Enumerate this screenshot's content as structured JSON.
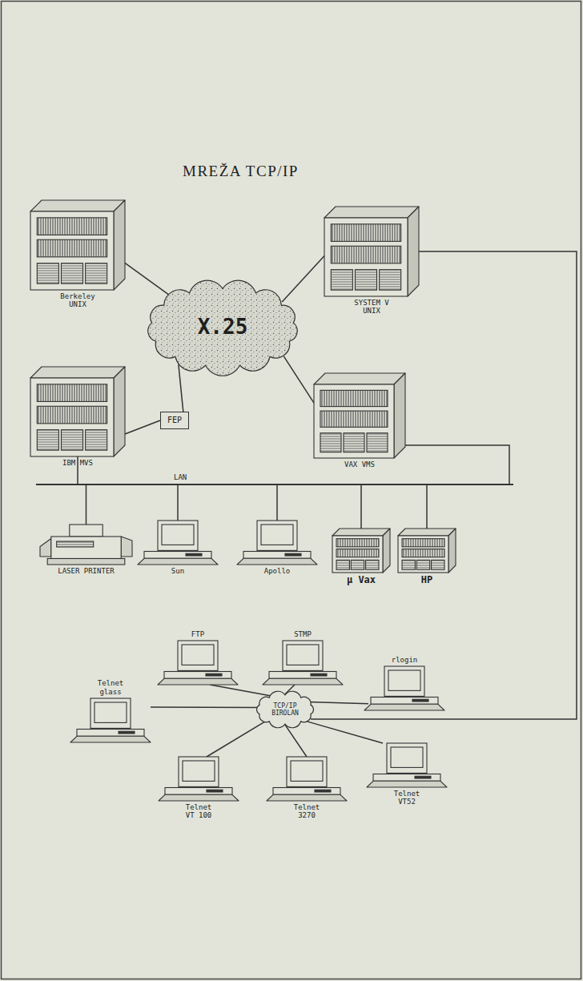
{
  "diagram": {
    "title": "MREŽA TCP/IP",
    "nodes": [
      {
        "text": [
          "Berkeley UNIX"
        ]
      },
      {
        "text": [
          "SYSTEM V UNIX"
        ]
      },
      {
        "text": [
          "X.25"
        ]
      },
      {
        "text": [
          "FEP"
        ]
      },
      {
        "text": [
          "IBM MVS"
        ]
      },
      {
        "text": [
          "VAX VMS"
        ]
      },
      {
        "text": [
          "LAN"
        ]
      },
      {
        "text": [
          "LASER PRINTER"
        ]
      },
      {
        "text": [
          "Sun"
        ]
      },
      {
        "text": [
          "Apollo"
        ]
      },
      {
        "text": [
          "µ Vax"
        ]
      },
      {
        "text": [
          "HP"
        ]
      },
      {
        "text": [
          "FTP"
        ]
      },
      {
        "text": [
          "STMP"
        ]
      },
      {
        "text": [
          "rlogin"
        ]
      },
      {
        "text": [
          "Telnet glass"
        ]
      },
      {
        "text": [
          "TCP/IP BIROLAN"
        ]
      },
      {
        "text": [
          "Telnet VT 100"
        ]
      },
      {
        "text": [
          "Telnet 3270"
        ]
      },
      {
        "text": [
          "Telnet VT52"
        ]
      }
    ],
    "edges": [
      {
        "from": 0,
        "to": 2,
        "arrow": "none"
      },
      {
        "from": 1,
        "to": 2,
        "arrow": "none"
      },
      {
        "from": 4,
        "to": 3,
        "arrow": "none"
      },
      {
        "from": 3,
        "to": 2,
        "arrow": "none"
      },
      {
        "from": 5,
        "to": 2,
        "arrow": "none"
      },
      {
        "from": 4,
        "to": 6,
        "arrow": "none"
      },
      {
        "from": 5,
        "to": 6,
        "arrow": "none"
      },
      {
        "from": 6,
        "to": 7,
        "arrow": "none"
      },
      {
        "from": 6,
        "to": 8,
        "arrow": "none"
      },
      {
        "from": 6,
        "to": 9,
        "arrow": "none"
      },
      {
        "from": 6,
        "to": 10,
        "arrow": "none"
      },
      {
        "from": 6,
        "to": 11,
        "arrow": "none"
      },
      {
        "from": 1,
        "to": 16,
        "arrow": "none"
      },
      {
        "from": 16,
        "to": 12,
        "arrow": "none"
      },
      {
        "from": 16,
        "to": 13,
        "arrow": "none"
      },
      {
        "from": 16,
        "to": 14,
        "arrow": "none"
      },
      {
        "from": 16,
        "to": 15,
        "arrow": "none"
      },
      {
        "from": 16,
        "to": 17,
        "arrow": "none"
      },
      {
        "from": 16,
        "to": 18,
        "arrow": "none"
      },
      {
        "from": 16,
        "to": 19,
        "arrow": "none"
      }
    ]
  }
}
